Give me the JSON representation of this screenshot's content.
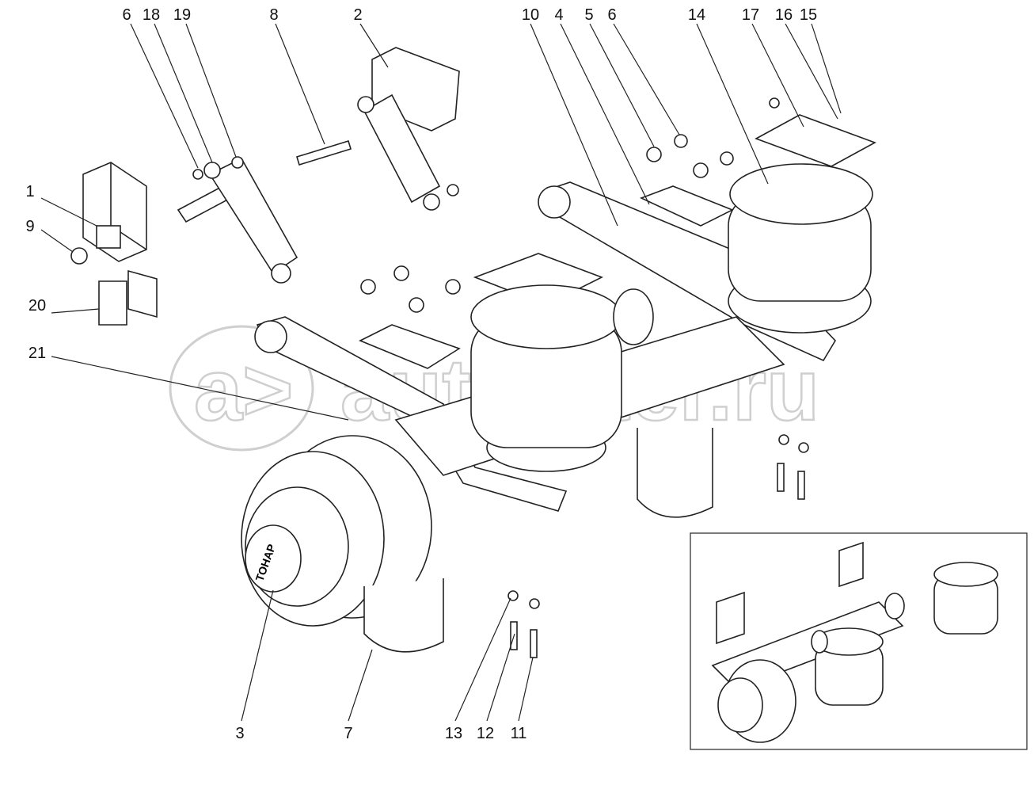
{
  "title": "Air suspension axle assembly exploded view",
  "watermark": {
    "logo": "a>",
    "text": "autopiter.ru"
  },
  "hub_cap_text": "ТОНАР",
  "callouts": [
    "6",
    "18",
    "19",
    "8",
    "2",
    "10",
    "4",
    "5",
    "6",
    "14",
    "17",
    "16",
    "15",
    "1",
    "9",
    "20",
    "21",
    "3",
    "7",
    "13",
    "12",
    "11"
  ],
  "colors": {
    "line": "#222222",
    "watermark": "#cfcfcf",
    "background": "#ffffff"
  }
}
